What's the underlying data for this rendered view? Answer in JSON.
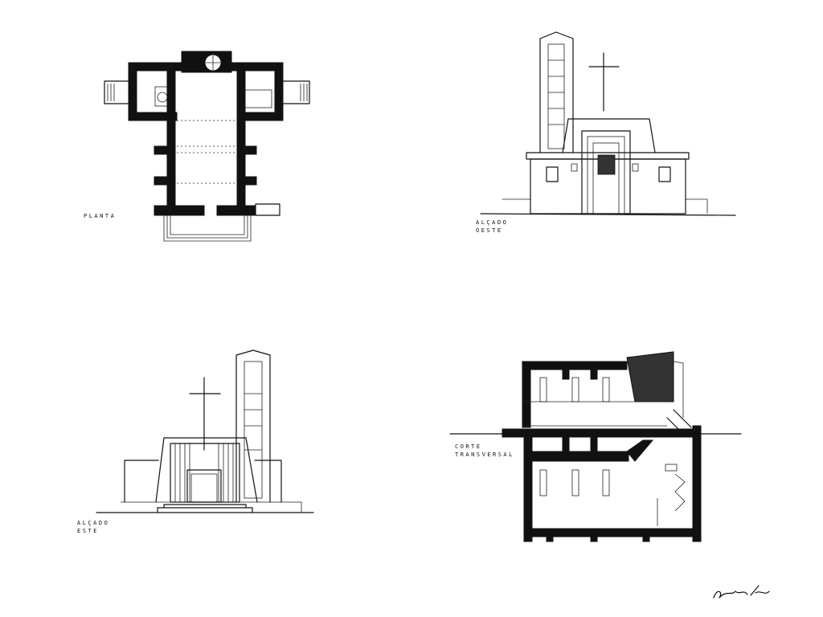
{
  "drawings": {
    "plan": {
      "label_lines": [
        "PLANTA"
      ]
    },
    "west_elevation": {
      "label_lines": [
        "ALÇADO",
        "OESTE"
      ]
    },
    "east_elevation": {
      "label_lines": [
        "ALÇADO",
        "ESTE"
      ]
    },
    "section": {
      "label_lines": [
        "CORTE",
        "TRANSVERSAL"
      ]
    }
  }
}
